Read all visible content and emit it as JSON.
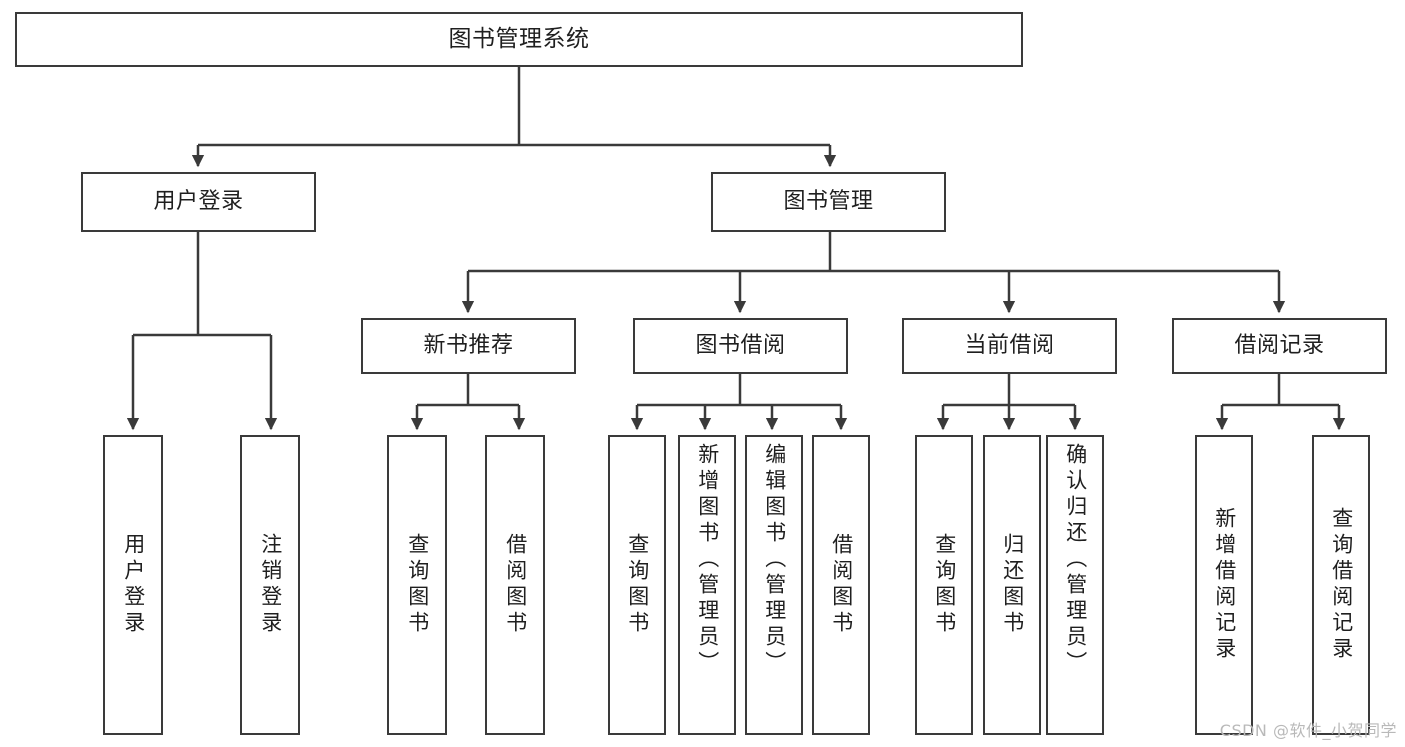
{
  "diagram": {
    "title": "图书管理系统",
    "watermark": "CSDN @软件_小贺同学",
    "line_color": "#3a3a3a",
    "box_fill": "#ffffff",
    "text_color": "#1f1f1f",
    "watermark_color": "#b9b9b9"
  },
  "root": {
    "label": "图书管理系统"
  },
  "level2": [
    {
      "label": "用户登录"
    },
    {
      "label": "图书管理"
    }
  ],
  "level3": [
    {
      "label": "新书推荐"
    },
    {
      "label": "图书借阅"
    },
    {
      "label": "当前借阅"
    },
    {
      "label": "借阅记录"
    }
  ],
  "leaves": {
    "user_login": [
      {
        "label": "用户登录"
      },
      {
        "label": "注销登录"
      }
    ],
    "new_book_recommend": [
      {
        "label": "查询图书"
      },
      {
        "label": "借阅图书"
      }
    ],
    "book_borrow": [
      {
        "label": "查询图书"
      },
      {
        "label": "新增图书（管理员）"
      },
      {
        "label": "编辑图书（管理员）"
      },
      {
        "label": "借阅图书"
      }
    ],
    "current_borrow": [
      {
        "label": "查询图书"
      },
      {
        "label": "归还图书"
      },
      {
        "label": "确认归还（管理员）"
      }
    ],
    "borrow_record": [
      {
        "label": "新增借阅记录"
      },
      {
        "label": "查询借阅记录"
      }
    ]
  }
}
